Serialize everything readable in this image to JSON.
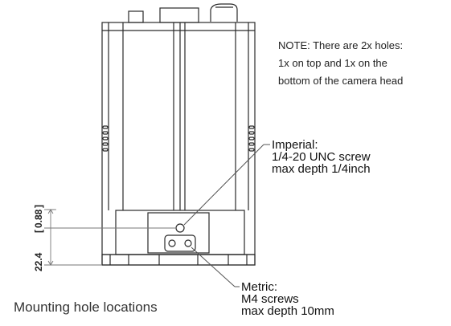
{
  "note": {
    "line1": "NOTE: There are 2x holes:",
    "line2": "1x on top and 1x on the",
    "line3": "bottom of the camera head"
  },
  "imperial": {
    "title": "Imperial:",
    "line1": "1/4-20 UNC screw",
    "line2": "max depth 1/4inch"
  },
  "metric": {
    "title": "Metric:",
    "line1": "M4 screws",
    "line2": "max depth 10mm"
  },
  "dimensions": {
    "outer": "22.4",
    "inner": "0.88"
  },
  "caption": "Mounting hole locations",
  "colors": {
    "line": "#2a2a2a",
    "leader": "#555555"
  }
}
